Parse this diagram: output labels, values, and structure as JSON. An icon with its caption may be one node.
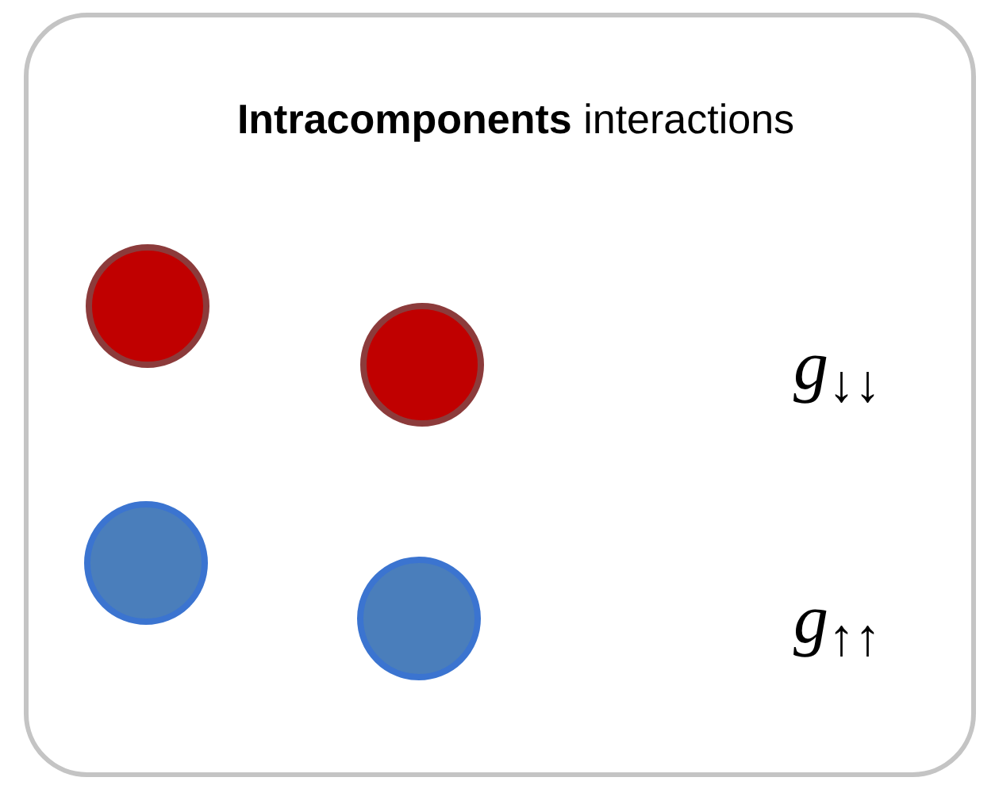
{
  "diagram": {
    "nodes": [
      {
        "text": [
          "**Intracomponents** interactions"
        ]
      }
    ],
    "labels": [
      "*g*$_{↓↓}$",
      "*g*$_{↑↑}$"
    ]
  }
}
